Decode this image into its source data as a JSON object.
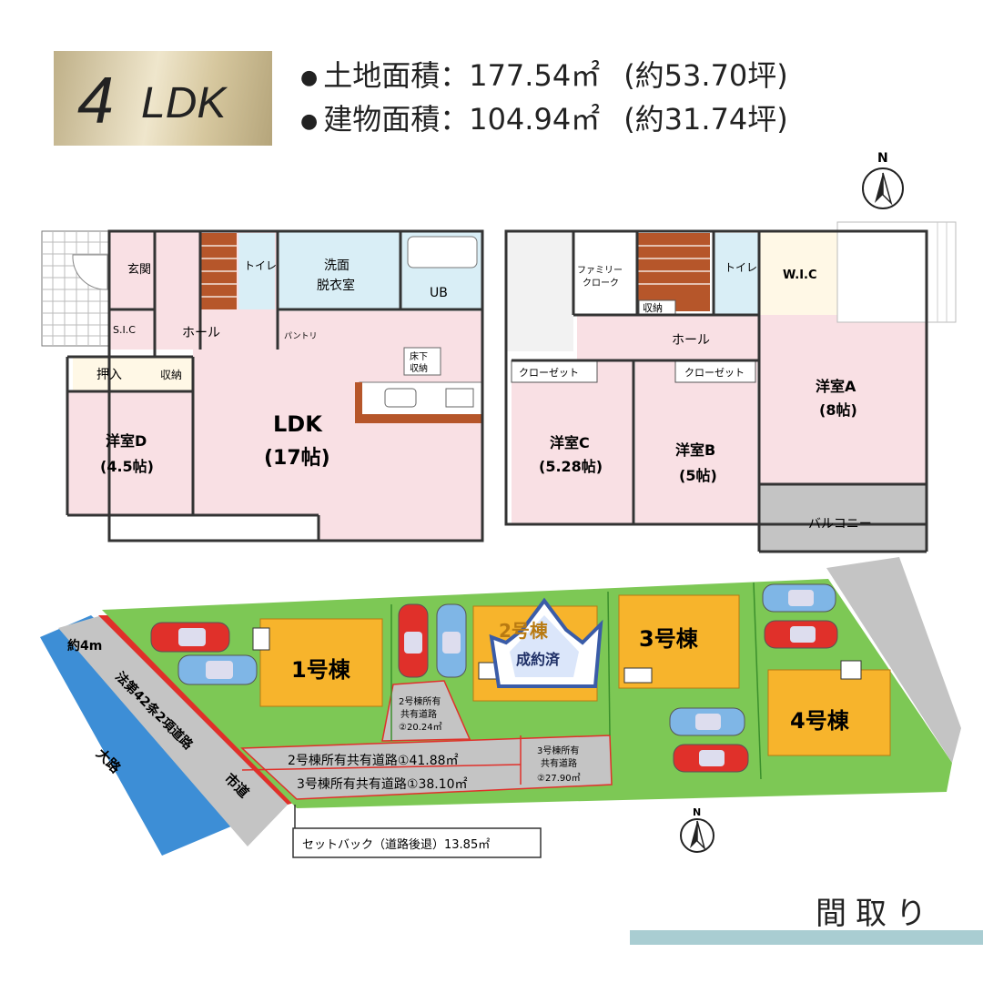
{
  "badge": {
    "num": "4",
    "ldk": "LDK"
  },
  "area": {
    "land_label": "土地面積：177.54㎡",
    "land_tsubo": "(約53.70坪)",
    "building_label": "建物面積：104.94㎡",
    "building_tsubo": "(約31.74坪)"
  },
  "floor1": {
    "genkan": "玄関",
    "sic": "S.I.C",
    "hall": "ホール",
    "oshiire": "押入",
    "shuno": "収納",
    "toilet": "トイレ",
    "senmen": "洗面",
    "datsui": "脱衣室",
    "ub": "UB",
    "pantry": "パントリ",
    "yukashita": "床下",
    "yukashita2": "収納",
    "ldk": "LDK",
    "ldk_size": "(17帖)",
    "roomD": "洋室D",
    "roomD_size": "(4.5帖)"
  },
  "floor2": {
    "family_closet": "ファミリー",
    "family_closet2": "クローク",
    "toilet": "トイレ",
    "wic": "W.I.C",
    "shuno": "収納",
    "hall": "ホール",
    "closet": "クローゼット",
    "roomA": "洋室A",
    "roomA_size": "(8帖)",
    "roomB": "洋室B",
    "roomB_size": "(5帖)",
    "roomC": "洋室C",
    "roomC_size": "(5.28帖)",
    "balcony": "バルコニー"
  },
  "north": "N",
  "site": {
    "width_label": "約4m",
    "road_main": "大路",
    "road_legal": "法第42条2項道路",
    "road_city": "市道",
    "bldg1": "1号棟",
    "bldg2": "2号棟",
    "bldg3": "3号棟",
    "bldg4": "4号棟",
    "sold": "成約済",
    "road2_2a": "2号棟所有",
    "road2_2b": "共有道路",
    "road2_2c": "②20.24㎡",
    "road2_1": "2号棟所有共有道路①41.88㎡",
    "road3_1": "3号棟所有共有道路①38.10㎡",
    "road3_2a": "3号棟所有",
    "road3_2b": "共有道路",
    "road3_2c": "②27.90㎡",
    "setback": "セットバック（道路後退）13.85㎡"
  },
  "footer": {
    "title": "間取り"
  },
  "colors": {
    "room_pink": "#f9e0e4",
    "wet_blue": "#d9eef6",
    "lawn": "#7dc855",
    "house": "#f7b42c",
    "road_gray": "#c4c4c4",
    "river_blue": "#3d8ed6",
    "setback_red": "#e0302a",
    "stair_brown": "#b6562a",
    "accent_teal": "#a9cdd2"
  }
}
